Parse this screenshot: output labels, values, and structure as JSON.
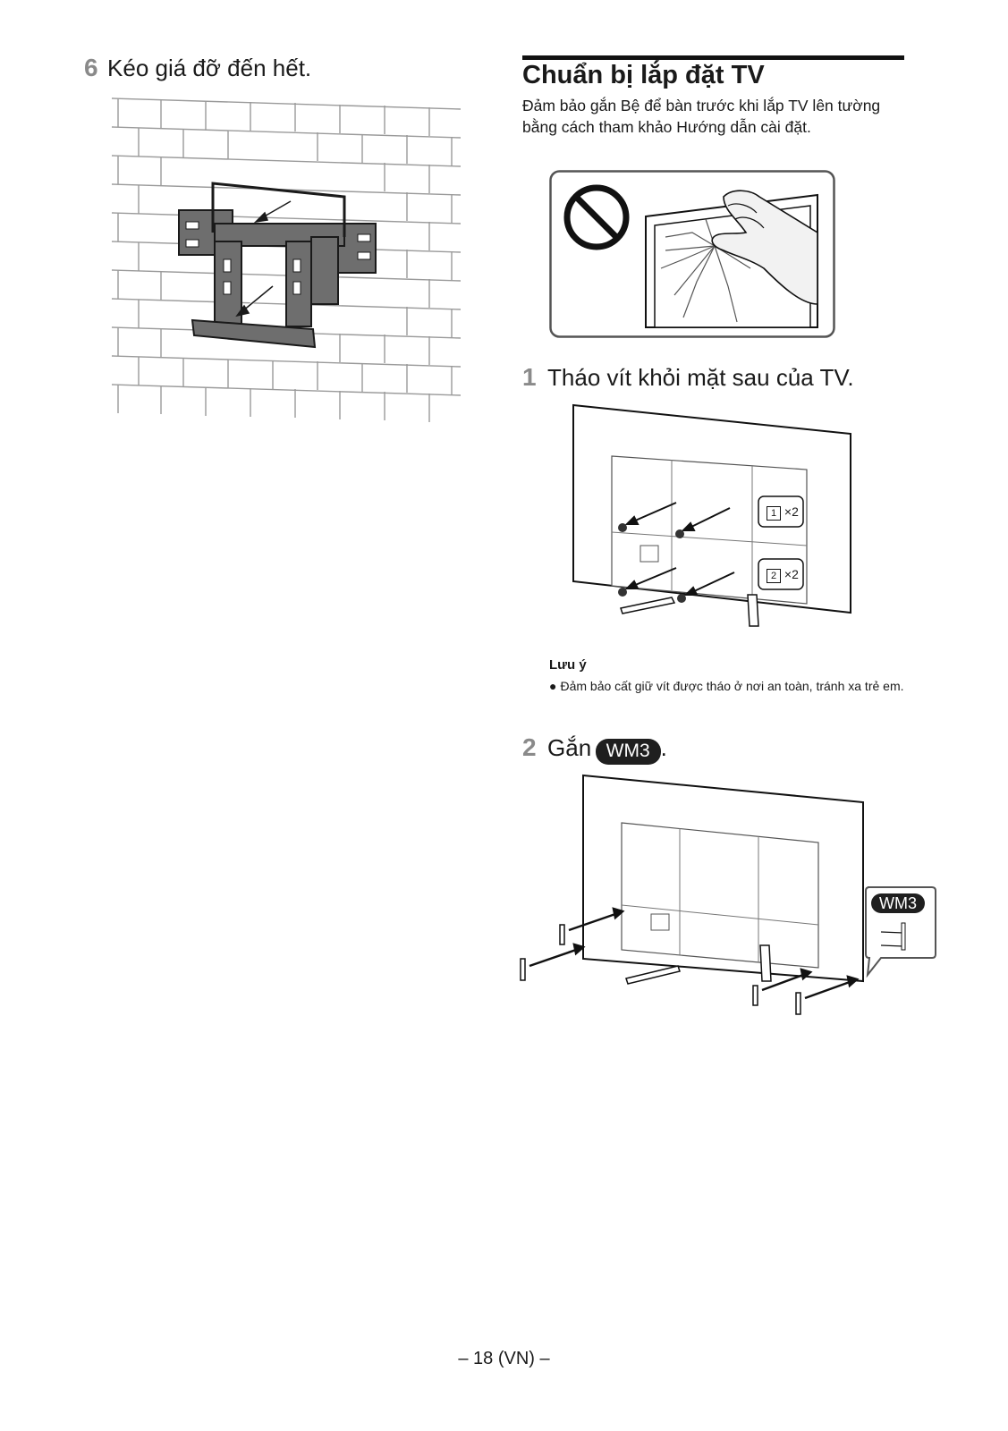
{
  "left_step": {
    "number": "6",
    "text": "Kéo giá đỡ đến hết."
  },
  "section": {
    "title": "Chuẩn bị lắp đặt TV",
    "intro": "Đảm bảo gắn Bệ để bàn trước khi lắp TV lên tường bằng cách tham khảo Hướng dẫn cài đặt."
  },
  "step1": {
    "number": "1",
    "text": "Tháo vít khỏi mặt sau của TV.",
    "callout_1": {
      "index": "1",
      "qty": "×2"
    },
    "callout_2": {
      "index": "2",
      "qty": "×2"
    }
  },
  "note": {
    "heading": "Lưu ý",
    "bullet": "Đảm bảo cất giữ vít được tháo ở nơi an toàn, tránh xa trẻ em."
  },
  "step2": {
    "number": "2",
    "text": "Gắn",
    "badge": "WM3",
    "suffix": ".",
    "callout_badge": "WM3"
  },
  "footer": {
    "page": "– 18 (VN) –"
  }
}
